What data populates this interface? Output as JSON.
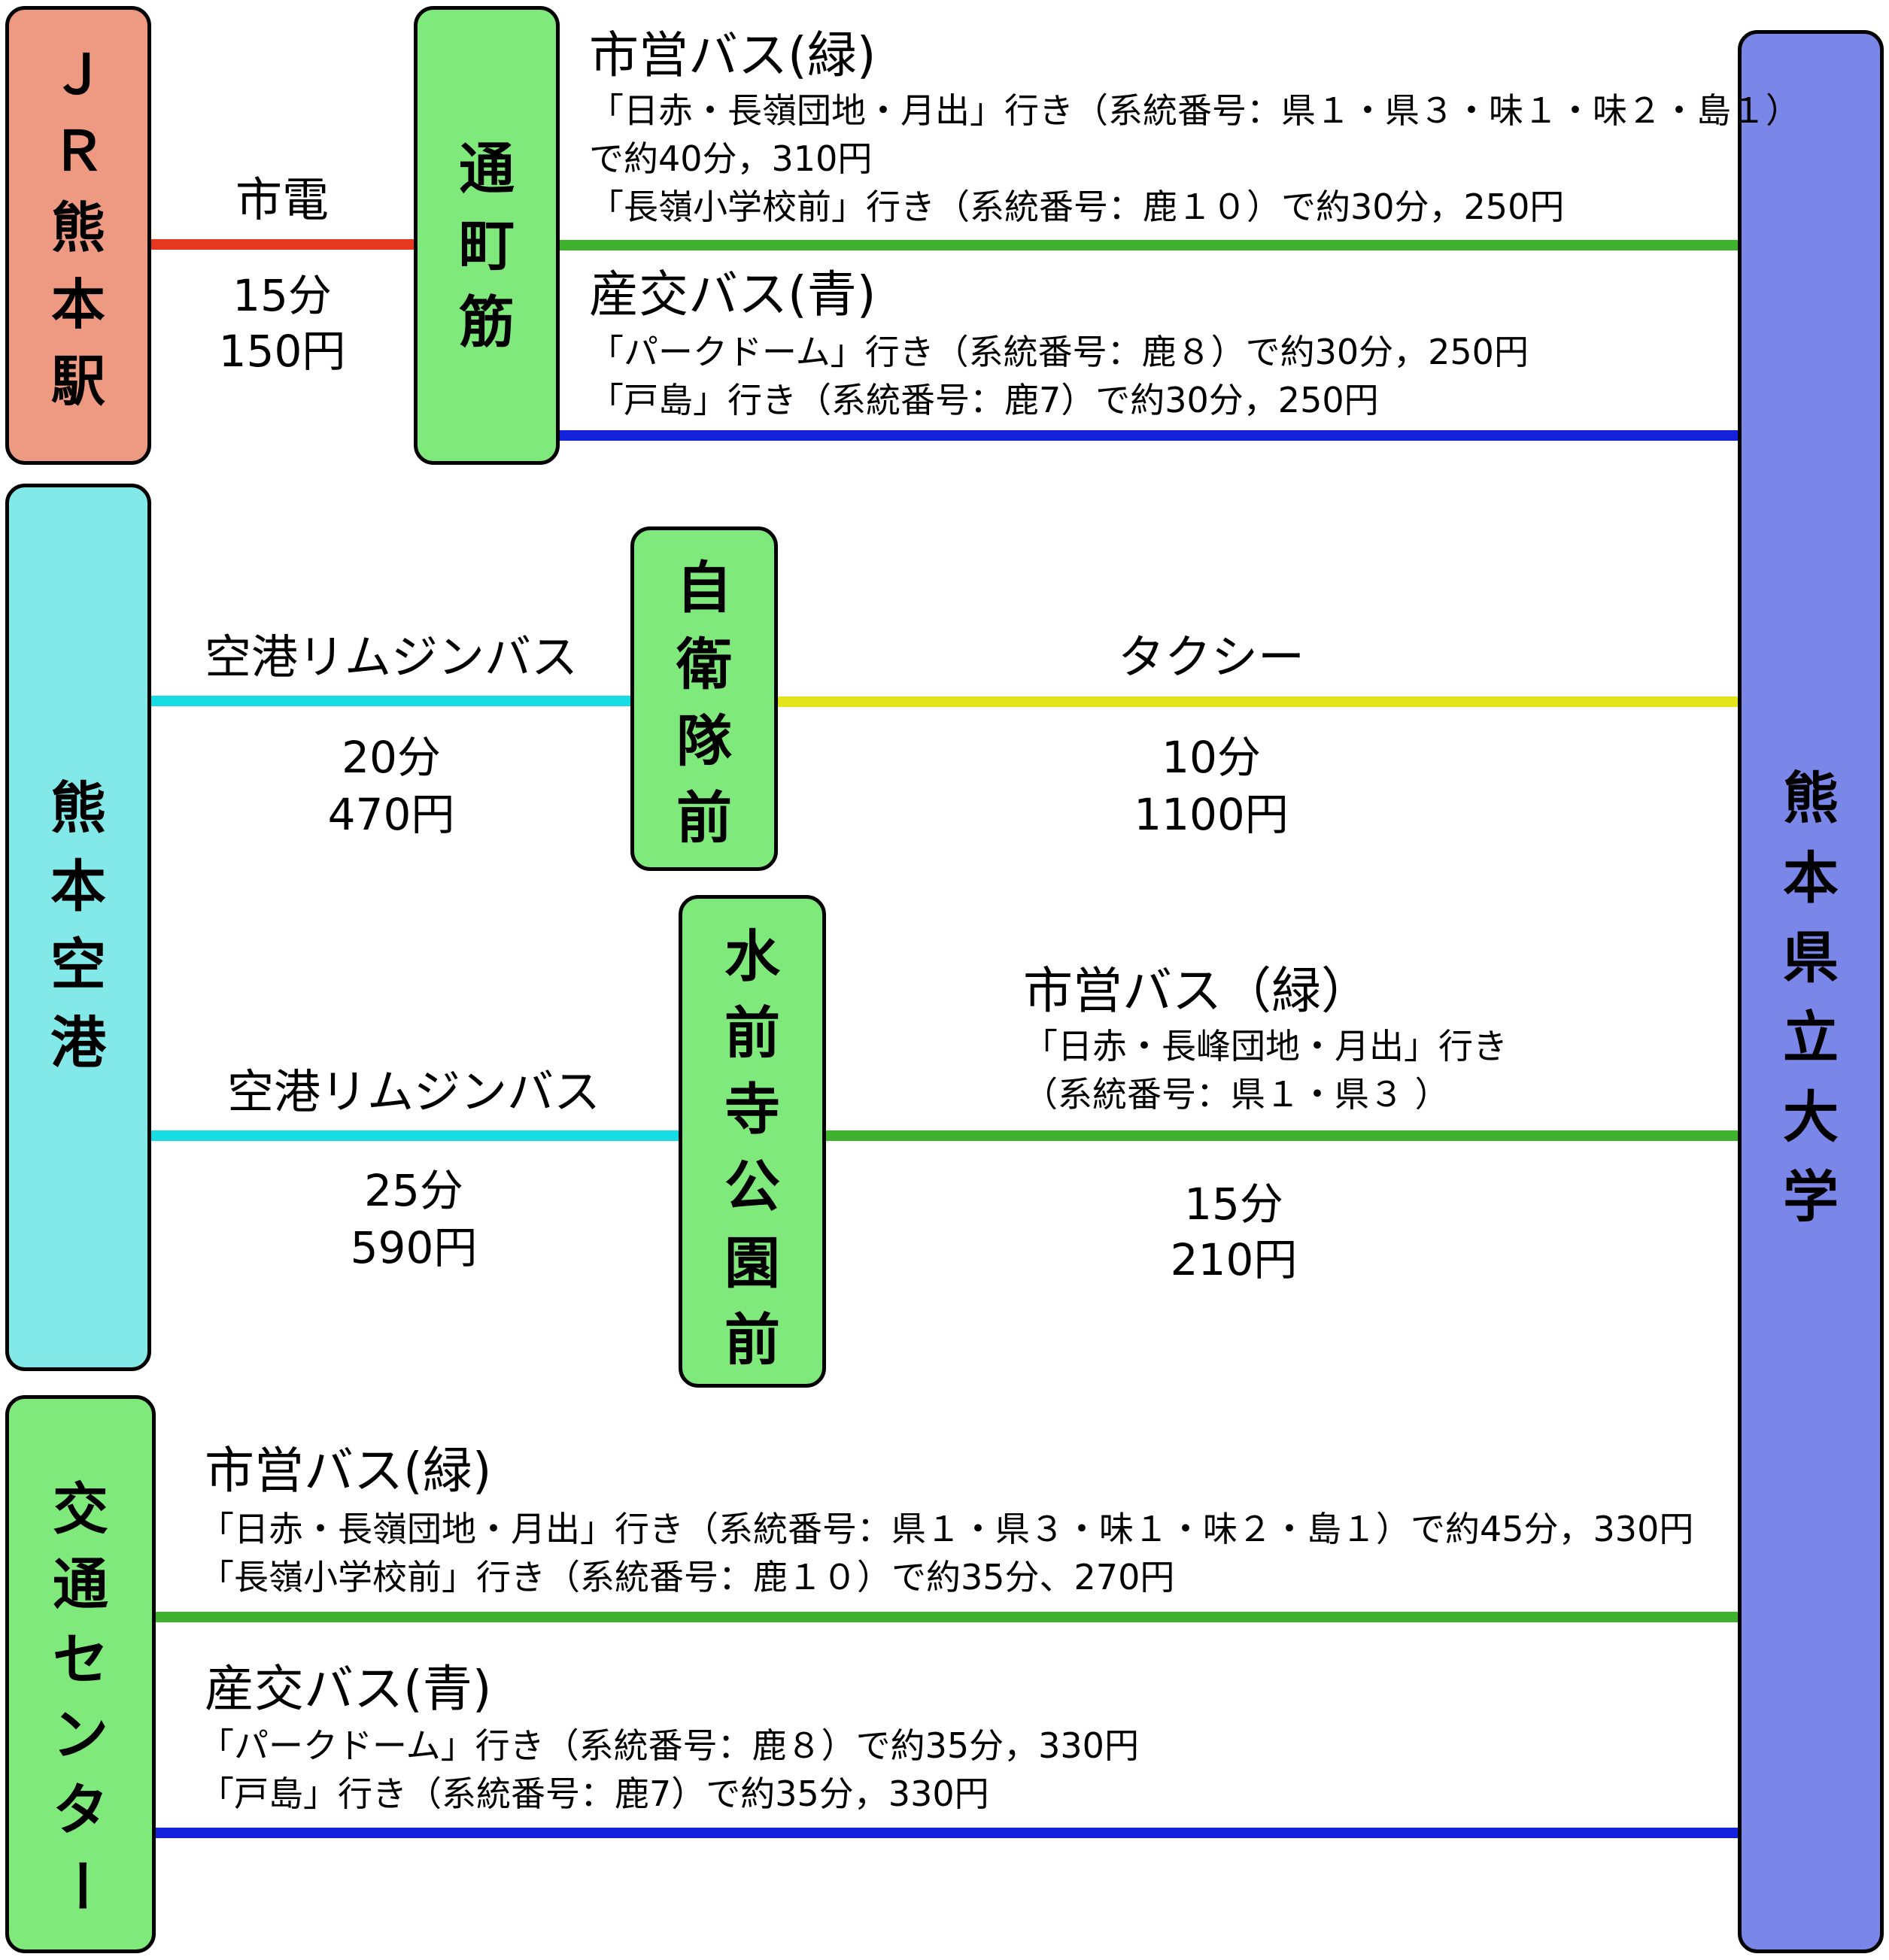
{
  "colors": {
    "jr_box": "#EE9A82",
    "stop_box": "#80E97B",
    "airport_box": "#83E8E8",
    "university_box": "#7A86E8",
    "tram_line": "#E5381E",
    "green_line": "#3EB12D",
    "blue_line": "#1522DC",
    "cyan_line": "#16DCE3",
    "yellow_line": "#E4E41B"
  },
  "stations": {
    "jr": "ＪＲ熊本駅",
    "airport": "熊本空港",
    "bus_center": "交通センター",
    "university": "熊本県立大学",
    "toricho": "通町筋",
    "jieitai": "自衛隊前",
    "suizenji": "水前寺公園前"
  },
  "routes": {
    "jr_tram": {
      "mode": "市電",
      "time": "15分",
      "fare": "150円"
    },
    "toricho_green": {
      "mode": "市営バス(緑)",
      "line1": "「日赤・長嶺団地・月出」行き（系統番号：県１・県３・味１・味２・島１）",
      "line2": "で約40分，310円",
      "line3": "「長嶺小学校前」行き（系統番号：鹿１０）で約30分，250円"
    },
    "toricho_blue": {
      "mode": "産交バス(青)",
      "line1": "「パークドーム」行き（系統番号：鹿８）で約30分，250円",
      "line2": "「戸島」行き（系統番号：鹿7）で約30分，250円"
    },
    "airport_limo1": {
      "mode": "空港リムジンバス",
      "time": "20分",
      "fare": "470円"
    },
    "taxi": {
      "mode": "タクシー",
      "time": "10分",
      "fare": "1100円"
    },
    "airport_limo2": {
      "mode": "空港リムジンバス",
      "time": "25分",
      "fare": "590円"
    },
    "suizenji_green": {
      "mode": "市営バス（緑）",
      "line1": "「日赤・長峰団地・月出」行き",
      "line2": "（系統番号：県１・県３ ）",
      "time": "15分",
      "fare": "210円"
    },
    "center_green": {
      "mode": "市営バス(緑)",
      "line1": "「日赤・長嶺団地・月出」行き（系統番号：県１・県３・味１・味２・島１）で約45分，330円",
      "line2": "「長嶺小学校前」行き（系統番号：鹿１０）で約35分、270円"
    },
    "center_blue": {
      "mode": "産交バス(青)",
      "line1": "「パークドーム」行き（系統番号：鹿８）で約35分，330円",
      "line2": "「戸島」行き（系統番号：鹿7）で約35分，330円"
    }
  }
}
